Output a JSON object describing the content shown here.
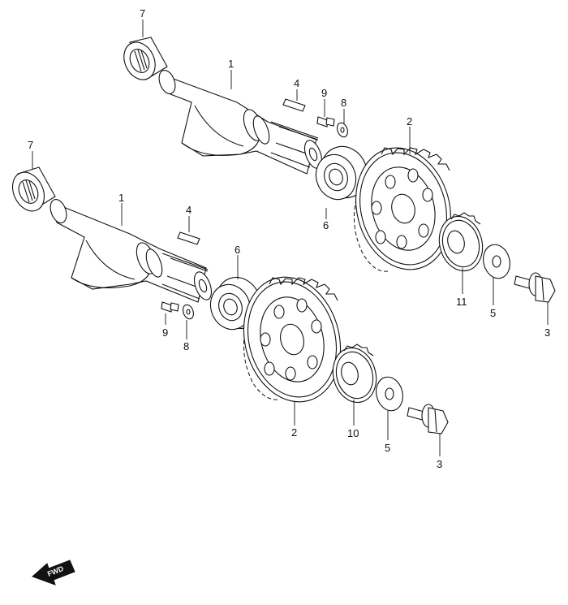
{
  "callouts": {
    "c1_upper": "1",
    "c1_lower": "1",
    "c2_upper": "2",
    "c2_lower": "2",
    "c3_upper": "3",
    "c3_lower": "3",
    "c4_upper": "4",
    "c4_lower": "4",
    "c5_upper": "5",
    "c5_lower": "5",
    "c6_upper": "6",
    "c6_lower": "6",
    "c7_upper": "7",
    "c7_lower": "7",
    "c8_upper": "8",
    "c8_lower": "8",
    "c9_upper": "9",
    "c9_lower": "9",
    "c10": "10",
    "c11": "11"
  },
  "direction_arrow": {
    "label": "FWD",
    "icon": "fwd-arrow-icon"
  }
}
